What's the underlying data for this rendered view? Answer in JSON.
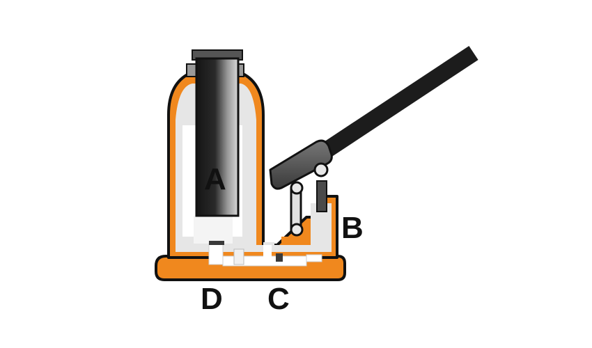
{
  "diagram": {
    "labels": {
      "a": "A",
      "b": "B",
      "c": "C",
      "d": "D"
    },
    "colors": {
      "body_orange": "#f0881e",
      "outline": "#111111",
      "interior_light": "#e6e6e6",
      "interior_white": "#ffffff",
      "ram_dark": "#1a1a1a",
      "ram_highlight": "#8a8a8a",
      "handle_dark": "#1c1c1c",
      "socket_gray": "#555555"
    }
  }
}
